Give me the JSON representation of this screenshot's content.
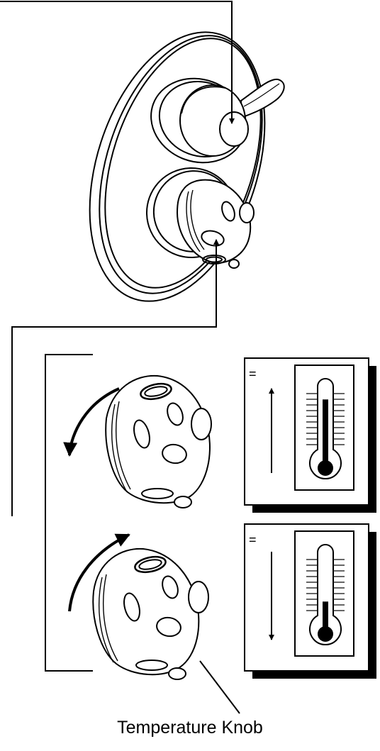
{
  "caption": "Temperature Knob",
  "panels": [
    {
      "id": "increase",
      "symbol": "=",
      "arrow": "up",
      "mercury_level": 0.85,
      "knob_rotation": "counterclockwise"
    },
    {
      "id": "decrease",
      "symbol": "=",
      "arrow": "down",
      "mercury_level": 0.35,
      "knob_rotation": "clockwise"
    }
  ],
  "colors": {
    "line": "#000000",
    "background": "#ffffff",
    "shadow": "#000000"
  },
  "icons": [
    "faucet-valve-icon",
    "temperature-knob-icon",
    "thermometer-icon",
    "rotation-arrow-icon",
    "direction-arrow-icon"
  ]
}
